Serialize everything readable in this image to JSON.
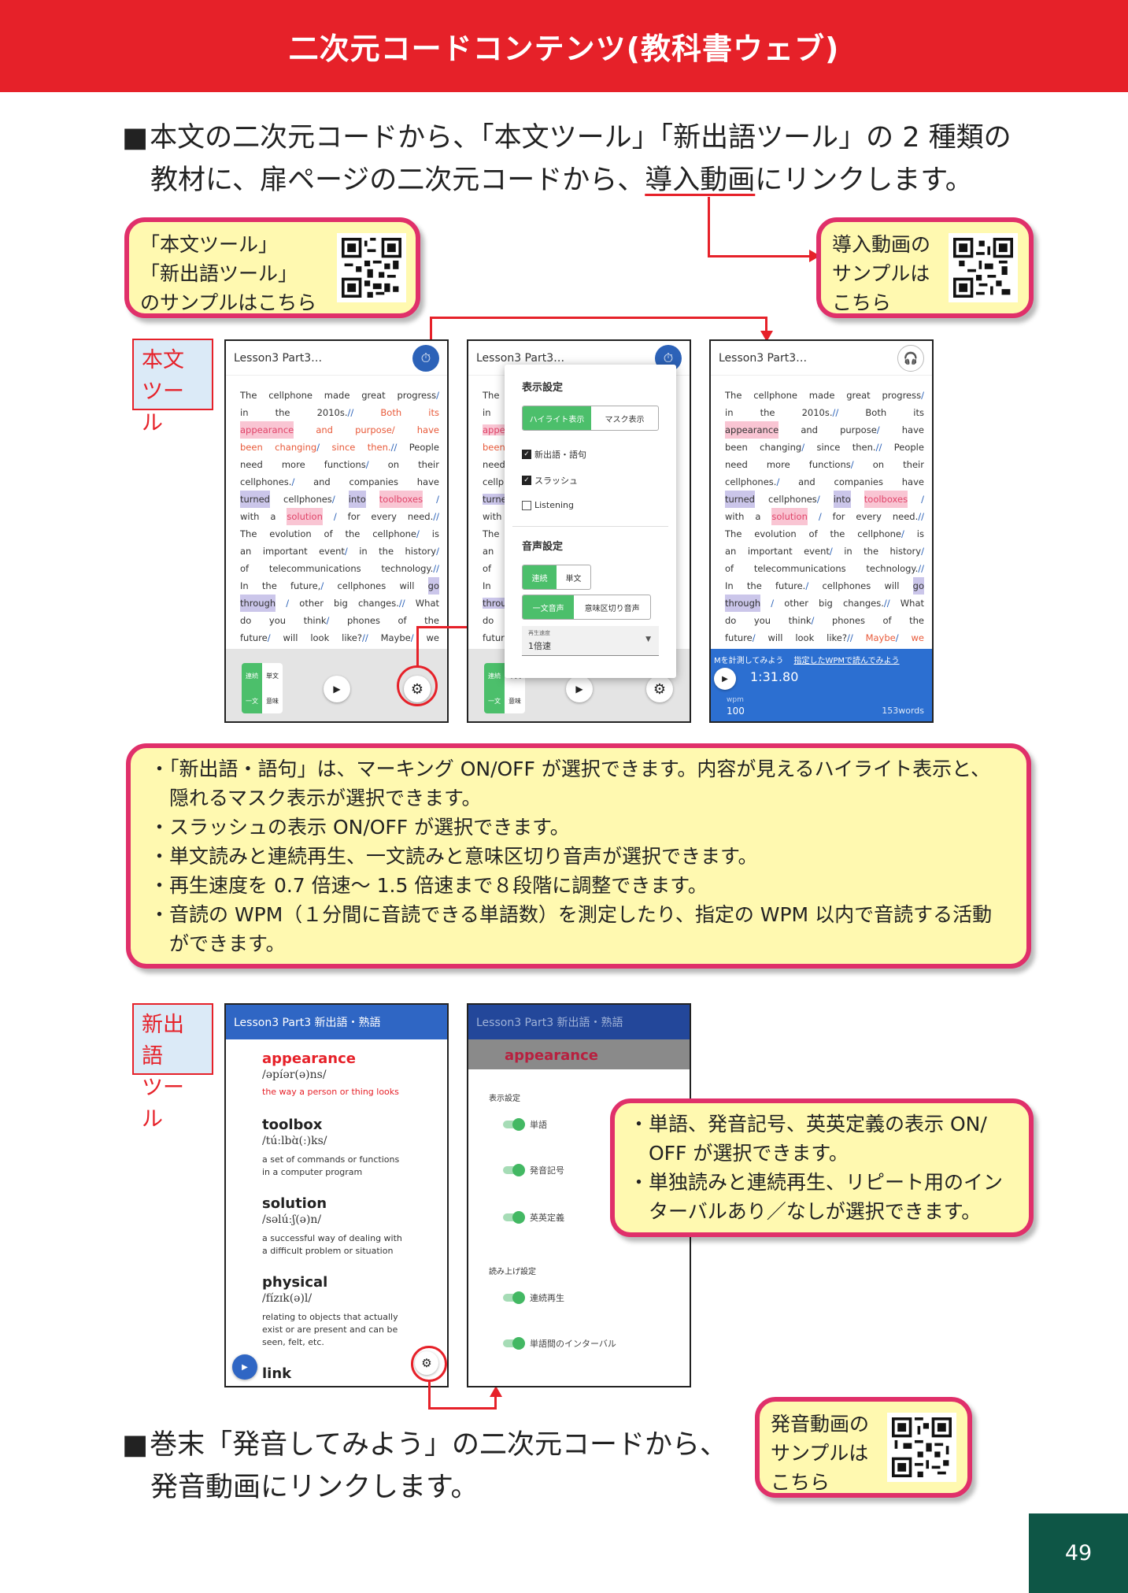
{
  "header": {
    "title": "二次元コードコンテンツ(教科書ウェブ)"
  },
  "intro": {
    "line1": "本文の二次元コードから、「本文ツール」「新出語ツール」の 2 種類の",
    "line2_a": "教材に、扉ページの二次元コードから、",
    "line2_link": "導入動画",
    "line2_b": "にリンクします。"
  },
  "callout_tools": {
    "line1": "「本文ツール」",
    "line2": "「新出語ツール」",
    "line3": "のサンプルはこちら"
  },
  "callout_video": {
    "line1": "導入動画の",
    "line2": "サンプルは",
    "line3": "こちら"
  },
  "tag_text_tool": {
    "line1": "本文",
    "line2": "ツール"
  },
  "phone_title": "Lesson3 Part3…",
  "text_lines": [
    [
      "The",
      "cellphone",
      "made",
      "great",
      "progress/"
    ],
    [
      "in",
      "the",
      "2010s.//",
      "Both",
      "its"
    ],
    [
      "appearance",
      "and",
      "purpose/",
      "have"
    ],
    [
      "been",
      "changing/",
      "since",
      "then.//",
      "People"
    ],
    [
      "need",
      "more",
      "functions/",
      "on",
      "their"
    ],
    [
      "cellphones./",
      "and",
      "companies",
      "have"
    ],
    [
      "turned",
      "cellphones/",
      "into",
      "toolboxes/"
    ],
    [
      "with",
      "a",
      "solution/",
      "for",
      "every",
      "need.//"
    ],
    [
      "The",
      "evolution",
      "of",
      "the",
      "cellphone/",
      "is"
    ],
    [
      "an",
      "important",
      "event/",
      "in",
      "the",
      "history/"
    ],
    [
      "of",
      "telecommunications",
      "technology.//"
    ],
    [
      "In",
      "the",
      "future,/",
      "cellphones",
      "will",
      "go"
    ],
    [
      "through/",
      "other",
      "big",
      "changes.//",
      "What"
    ],
    [
      "do",
      "you",
      "think/",
      "phones",
      "of",
      "the"
    ],
    [
      "future/",
      "will",
      "look",
      "like?//",
      "Maybe/",
      "we"
    ]
  ],
  "footer_controls": {
    "continuous": "連続",
    "single": "単文",
    "one_sentence": "一文",
    "meaning": "意味"
  },
  "settings_menu": {
    "display_title": "表示設定",
    "highlight": "ハイライト表示",
    "mask": "マスク表示",
    "check_new_words": "新出語・語句",
    "check_slash": "スラッシュ",
    "check_listening": "Listening",
    "audio_title": "音声設定",
    "continuous": "連続",
    "single": "単文",
    "one_sentence_audio": "一文音声",
    "meaning_split_audio": "意味区切り音声",
    "speed_label": "再生速度",
    "speed_value": "1倍速"
  },
  "wpm_panel": {
    "link_a": "Mを計測してみよう",
    "link_b": "指定したWPMで読んでみよう",
    "time": "1:31.80",
    "wpm_label": "wpm",
    "wpm_value": "100",
    "words": "153words"
  },
  "features": [
    "・「新出語・語句」は、マーキング ON/OFF が選択できます。内容が見えるハイライト表示と、",
    "　隠れるマスク表示が選択できます。",
    "・スラッシュの表示 ON/OFF が選択できます。",
    "・単文読みと連続再生、一文読みと意味区切り音声が選択できます。",
    "・再生速度を 0.7 倍速～ 1.5 倍速まで８段階に調整できます。",
    "・音読の WPM（１分間に音読できる単語数）を測定したり、指定の WPM 以内で音読する活動",
    "　ができます。"
  ],
  "tag_vocab_tool": {
    "line1": "新出語",
    "line2": "ツール"
  },
  "vocab_title": "Lesson3 Part3 新出語・熟語",
  "vocab_entries": [
    {
      "word": "appearance",
      "pron": "/əpíər(ə)ns/",
      "def1": "the way a person or thing looks",
      "def2": "",
      "def3": ""
    },
    {
      "word": "toolbox",
      "pron": "/túːlbɑ̀(ː)ks/",
      "def1": "a set of commands or functions",
      "def2": "in a computer program",
      "def3": ""
    },
    {
      "word": "solution",
      "pron": "/səlúːʃ(ə)n/",
      "def1": "a successful way of dealing with",
      "def2": "a difficult problem or situation",
      "def3": ""
    },
    {
      "word": "physical",
      "pron": "/fízɪk(ə)l/",
      "def1": "relating to objects that actually",
      "def2": "exist or are present and can be",
      "def3": "seen, felt, etc."
    },
    {
      "word": "link",
      "pron": "",
      "def1": "",
      "def2": "",
      "def3": ""
    }
  ],
  "vocab_settings": {
    "display_title": "表示設定",
    "word": "単語",
    "phonetic": "発音記号",
    "definition": "英英定義",
    "read_title": "読み上げ設定",
    "continuous": "連続再生",
    "interval": "単語間のインターバル"
  },
  "vocab_callout": [
    "・単語、発音記号、英英定義の表示 ON/",
    "　OFF が選択できます。",
    "・単独読みと連続再生、リピート用のイン",
    "　ターバルあり／なしが選択できます。"
  ],
  "outro": {
    "line1": "巻末「発音してみよう」の二次元コードから、",
    "line2": "発音動画にリンクします。"
  },
  "callout_pron": {
    "line1": "発音動画の",
    "line2": "サンプルは",
    "line3": "こちら"
  },
  "page_number": "49",
  "colors": {
    "red": "#e62129",
    "pink_border": "#e0306a",
    "callout_bg": "#fff9b0",
    "blue": "#2f66c4",
    "green": "#4cbf6b",
    "page_green": "#0e5646"
  }
}
